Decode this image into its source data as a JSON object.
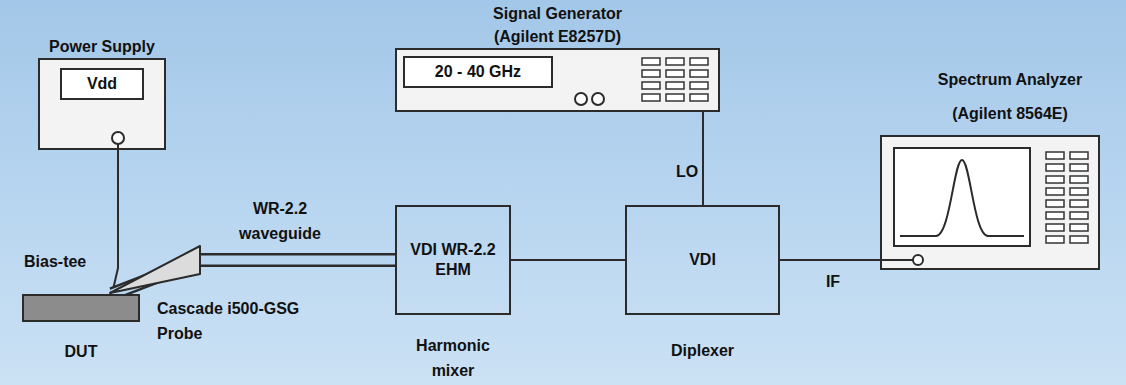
{
  "diagram": {
    "nodes": [
      {
        "text": [
          "Power Supply"
        ]
      },
      {
        "text": [
          "Vdd"
        ],
        "in": 0
      },
      {
        "text": [
          "Signal Generator (Agilent E8257D)"
        ]
      },
      {
        "text": [
          "20 - 40 GHz"
        ],
        "in": 2
      },
      {
        "text": [
          "Spectrum Analyzer (Agilent 8564E)"
        ]
      },
      {
        "text": [
          "DUT"
        ]
      },
      {
        "text": [
          "VDI WR-2.2 EHM",
          "Harmonic mixer"
        ]
      },
      {
        "text": [
          "VDI",
          "Diplexer"
        ]
      }
    ],
    "edges": [
      {
        "from": 0,
        "to": 5,
        "arrow": "none"
      },
      {
        "from": 5,
        "to": 6,
        "arrow": "none"
      },
      {
        "from": 6,
        "to": 7,
        "arrow": "none"
      },
      {
        "from": 2,
        "to": 7,
        "arrow": "none",
        "label": "LO"
      },
      {
        "from": 7,
        "to": 4,
        "arrow": "none",
        "label": "IF"
      }
    ],
    "labels": [
      "Bias-tee",
      "WR-2.2 waveguide",
      "Cascade i500-GSG Probe"
    ]
  }
}
